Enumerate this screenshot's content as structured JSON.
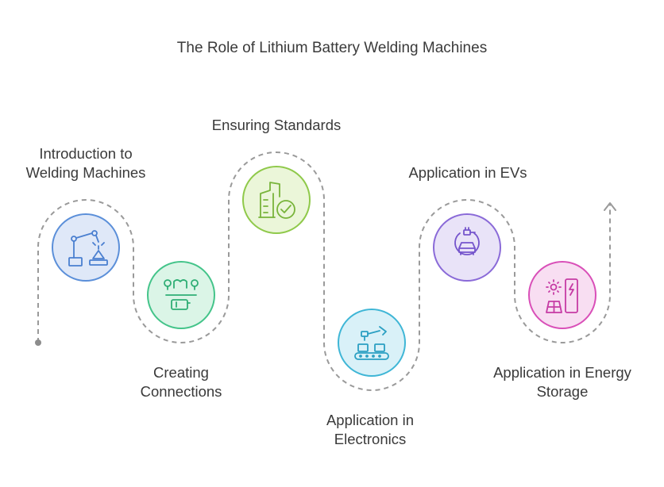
{
  "title": "The Role of Lithium Battery Welding Machines",
  "steps": [
    {
      "label_line1": "Introduction to",
      "label_line2": "Welding Machines",
      "icon": "robotic-welding-arm-icon",
      "color": "#5b8fd9",
      "fill": "#dfe8f8"
    },
    {
      "label_line1": "Creating",
      "label_line2": "Connections",
      "icon": "battery-connection-icon",
      "color": "#44c48a",
      "fill": "#dbf5e7"
    },
    {
      "label_line1": "Ensuring Standards",
      "label_line2": "",
      "icon": "factory-check-icon",
      "color": "#8fc94a",
      "fill": "#ebf6d9"
    },
    {
      "label_line1": "Application in",
      "label_line2": "Electronics",
      "icon": "electronics-assembly-line-icon",
      "color": "#3fb6d6",
      "fill": "#d9f1f8"
    },
    {
      "label_line1": "Application in EVs",
      "label_line2": "",
      "icon": "electric-car-plug-icon",
      "color": "#8a6ad8",
      "fill": "#e9e3f8"
    },
    {
      "label_line1": "Application in Energy",
      "label_line2": "Storage",
      "icon": "solar-energy-storage-icon",
      "color": "#d94fb8",
      "fill": "#f8def2"
    }
  ]
}
